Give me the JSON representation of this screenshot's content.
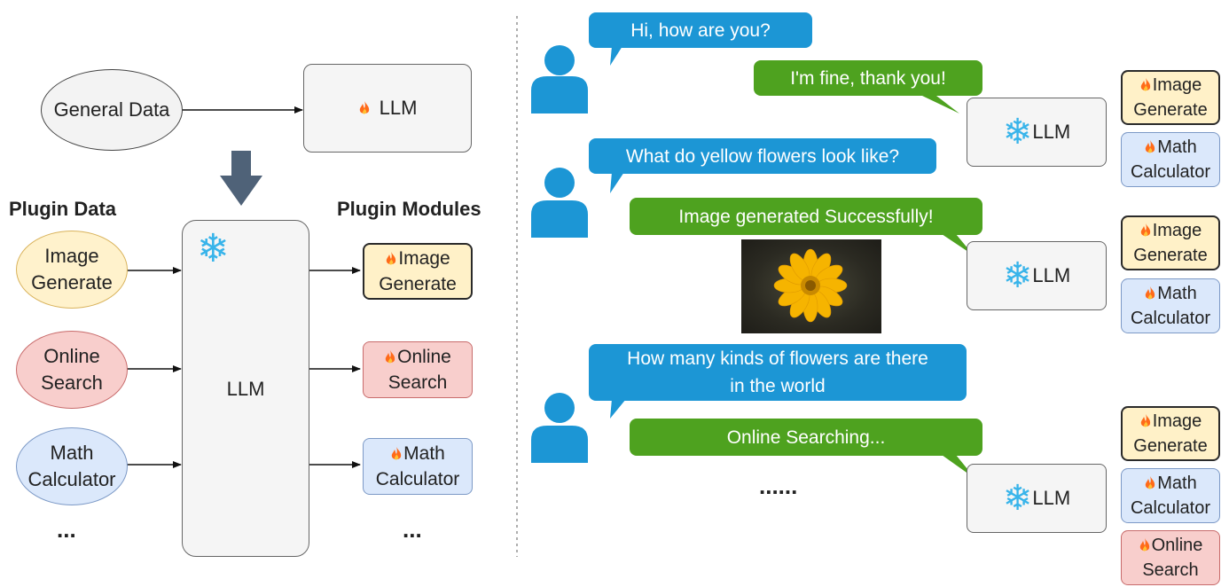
{
  "left": {
    "general_data": "General Data",
    "llm_top": "LLM",
    "plugin_data_title": "Plugin Data",
    "plugin_modules_title": "Plugin Modules",
    "llm_center": "LLM",
    "data_items": [
      "Image Generate",
      "Online Search",
      "Math Calculator"
    ],
    "module_items": [
      "Image Generate",
      "Online Search",
      "Math Calculator"
    ],
    "ellipsis_left": "...",
    "ellipsis_right": "..."
  },
  "right": {
    "conv1": {
      "user": "Hi, how are you?",
      "reply": "I'm fine, thank you!",
      "llm": "LLM",
      "modules": [
        "Image Generate",
        "Math Calculator"
      ]
    },
    "conv2": {
      "user": "What do yellow flowers look like?",
      "reply": "Image generated Successfully!",
      "llm": "LLM",
      "modules": [
        "Image Generate",
        "Math Calculator"
      ]
    },
    "conv3": {
      "user_line1": "How many kinds of flowers are there",
      "user_line2": "in the world",
      "reply": "Online Searching...",
      "ellipsis": "......",
      "llm": "LLM",
      "modules": [
        "Image Generate",
        "Math Calculator",
        "Online Search"
      ]
    }
  },
  "colors": {
    "user_bubble": "#1c96d5",
    "assistant_bubble": "#4ea21f",
    "snowflake": "#38b4ea",
    "flame": "#ff6a1a",
    "yellow_module": "#fff1c8",
    "red_module": "#f8cecc",
    "blue_module": "#dbe8fb"
  }
}
